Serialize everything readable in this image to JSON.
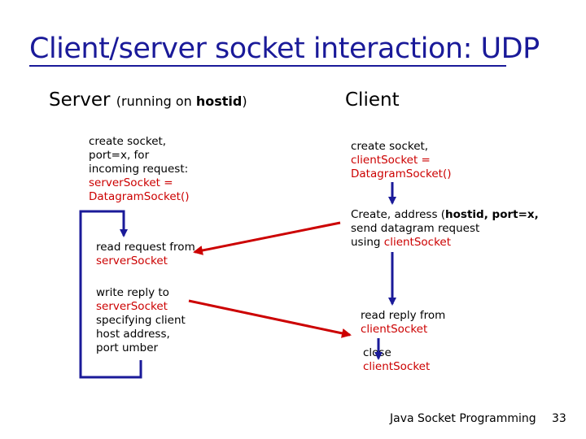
{
  "title": "Client/server socket interaction: UDP",
  "server": {
    "heading": "Server",
    "heading_note_pre": "(running on ",
    "heading_note_bold": "hostid",
    "heading_note_post": ")",
    "step1": {
      "l1": "create socket,",
      "l2": "port=x, for",
      "l3": "incoming request:",
      "l4": "serverSocket =",
      "l5": "DatagramSocket()"
    },
    "step2": {
      "l1": "read request from",
      "l2": "serverSocket"
    },
    "step3": {
      "l1": "write reply to",
      "l2": "serverSocket",
      "l3": "specifying client",
      "l4": "host address,",
      "l5": "port umber"
    }
  },
  "client": {
    "heading": "Client",
    "step1": {
      "l1": "create socket,",
      "l2": "clientSocket =",
      "l3": "DatagramSocket()"
    },
    "step2": {
      "l1_pre": "Create, address (",
      "l1_bold": "hostid, port=x,",
      "l2": "send datagram request",
      "l3_pre": "using ",
      "l3_red": "clientSocket"
    },
    "step3": {
      "l1": "read reply from",
      "l2": "clientSocket"
    },
    "step4": {
      "l1": "close",
      "l2": "clientSocket"
    }
  },
  "colors": {
    "title": "#1a1a99",
    "code": "#cc0000",
    "flow_arrow": "#1a1a99",
    "message_arrow": "#cc0000"
  },
  "footer": {
    "text": "Java Socket Programming",
    "page": "33"
  }
}
